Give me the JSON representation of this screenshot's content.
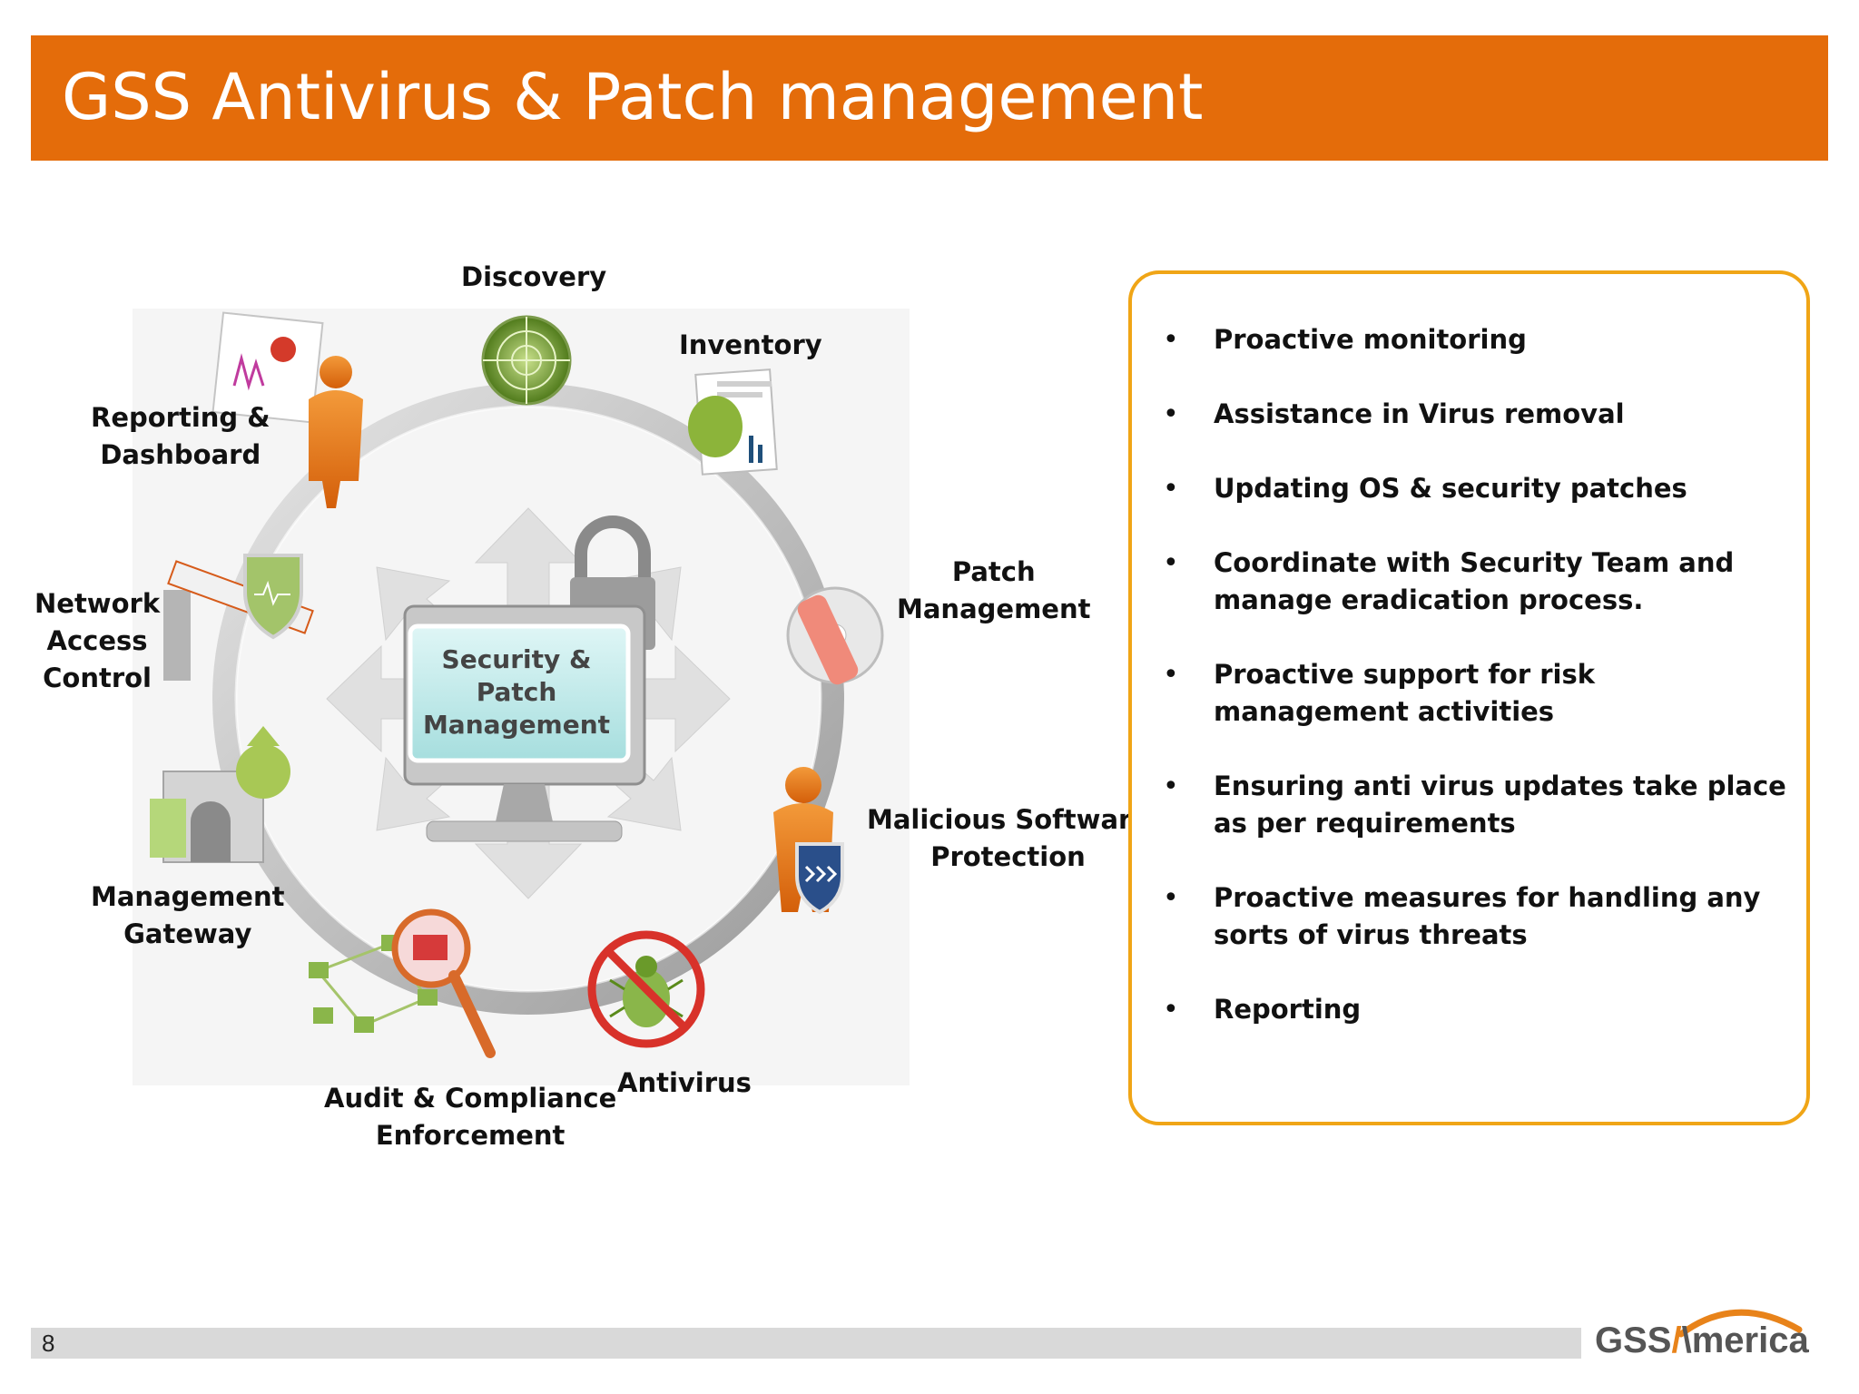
{
  "slide": {
    "title": "GSS Antivirus & Patch management",
    "page_number": "8",
    "brand_color": "#e46c0a",
    "box_border_color": "#f0a516"
  },
  "diagram": {
    "center_lines": [
      "Security &",
      "Patch",
      "Management"
    ],
    "labels": {
      "discovery": [
        "Discovery"
      ],
      "inventory": [
        "Inventory"
      ],
      "reporting": [
        "Reporting &",
        "Dashboard"
      ],
      "network": [
        "Network",
        "Access",
        "Control"
      ],
      "patch": [
        "Patch",
        "Management"
      ],
      "malicious": [
        "Malicious Software",
        "Protection"
      ],
      "gateway": [
        "Management",
        "Gateway"
      ],
      "audit": [
        "Audit & Compliance",
        "Enforcement"
      ],
      "antivirus": [
        "Antivirus"
      ]
    },
    "icons": [
      "radar-icon",
      "inventory-chart-icon",
      "reporting-person-icon",
      "barrier-shield-icon",
      "patch-disc-icon",
      "protection-person-icon",
      "gateway-arrows-icon",
      "audit-network-icon",
      "antivirus-bug-icon",
      "monitor-lock-icon"
    ]
  },
  "services": [
    "Proactive monitoring",
    "Assistance in Virus removal",
    "Updating OS & security  patches",
    "Coordinate with Security Team and manage eradication process.",
    "Proactive support for risk management activities",
    "Ensuring anti virus updates take place as per requirements",
    "Proactive measures for handling any sorts of virus threats",
    "Reporting"
  ],
  "logo": {
    "text": "GSSAmerica"
  }
}
